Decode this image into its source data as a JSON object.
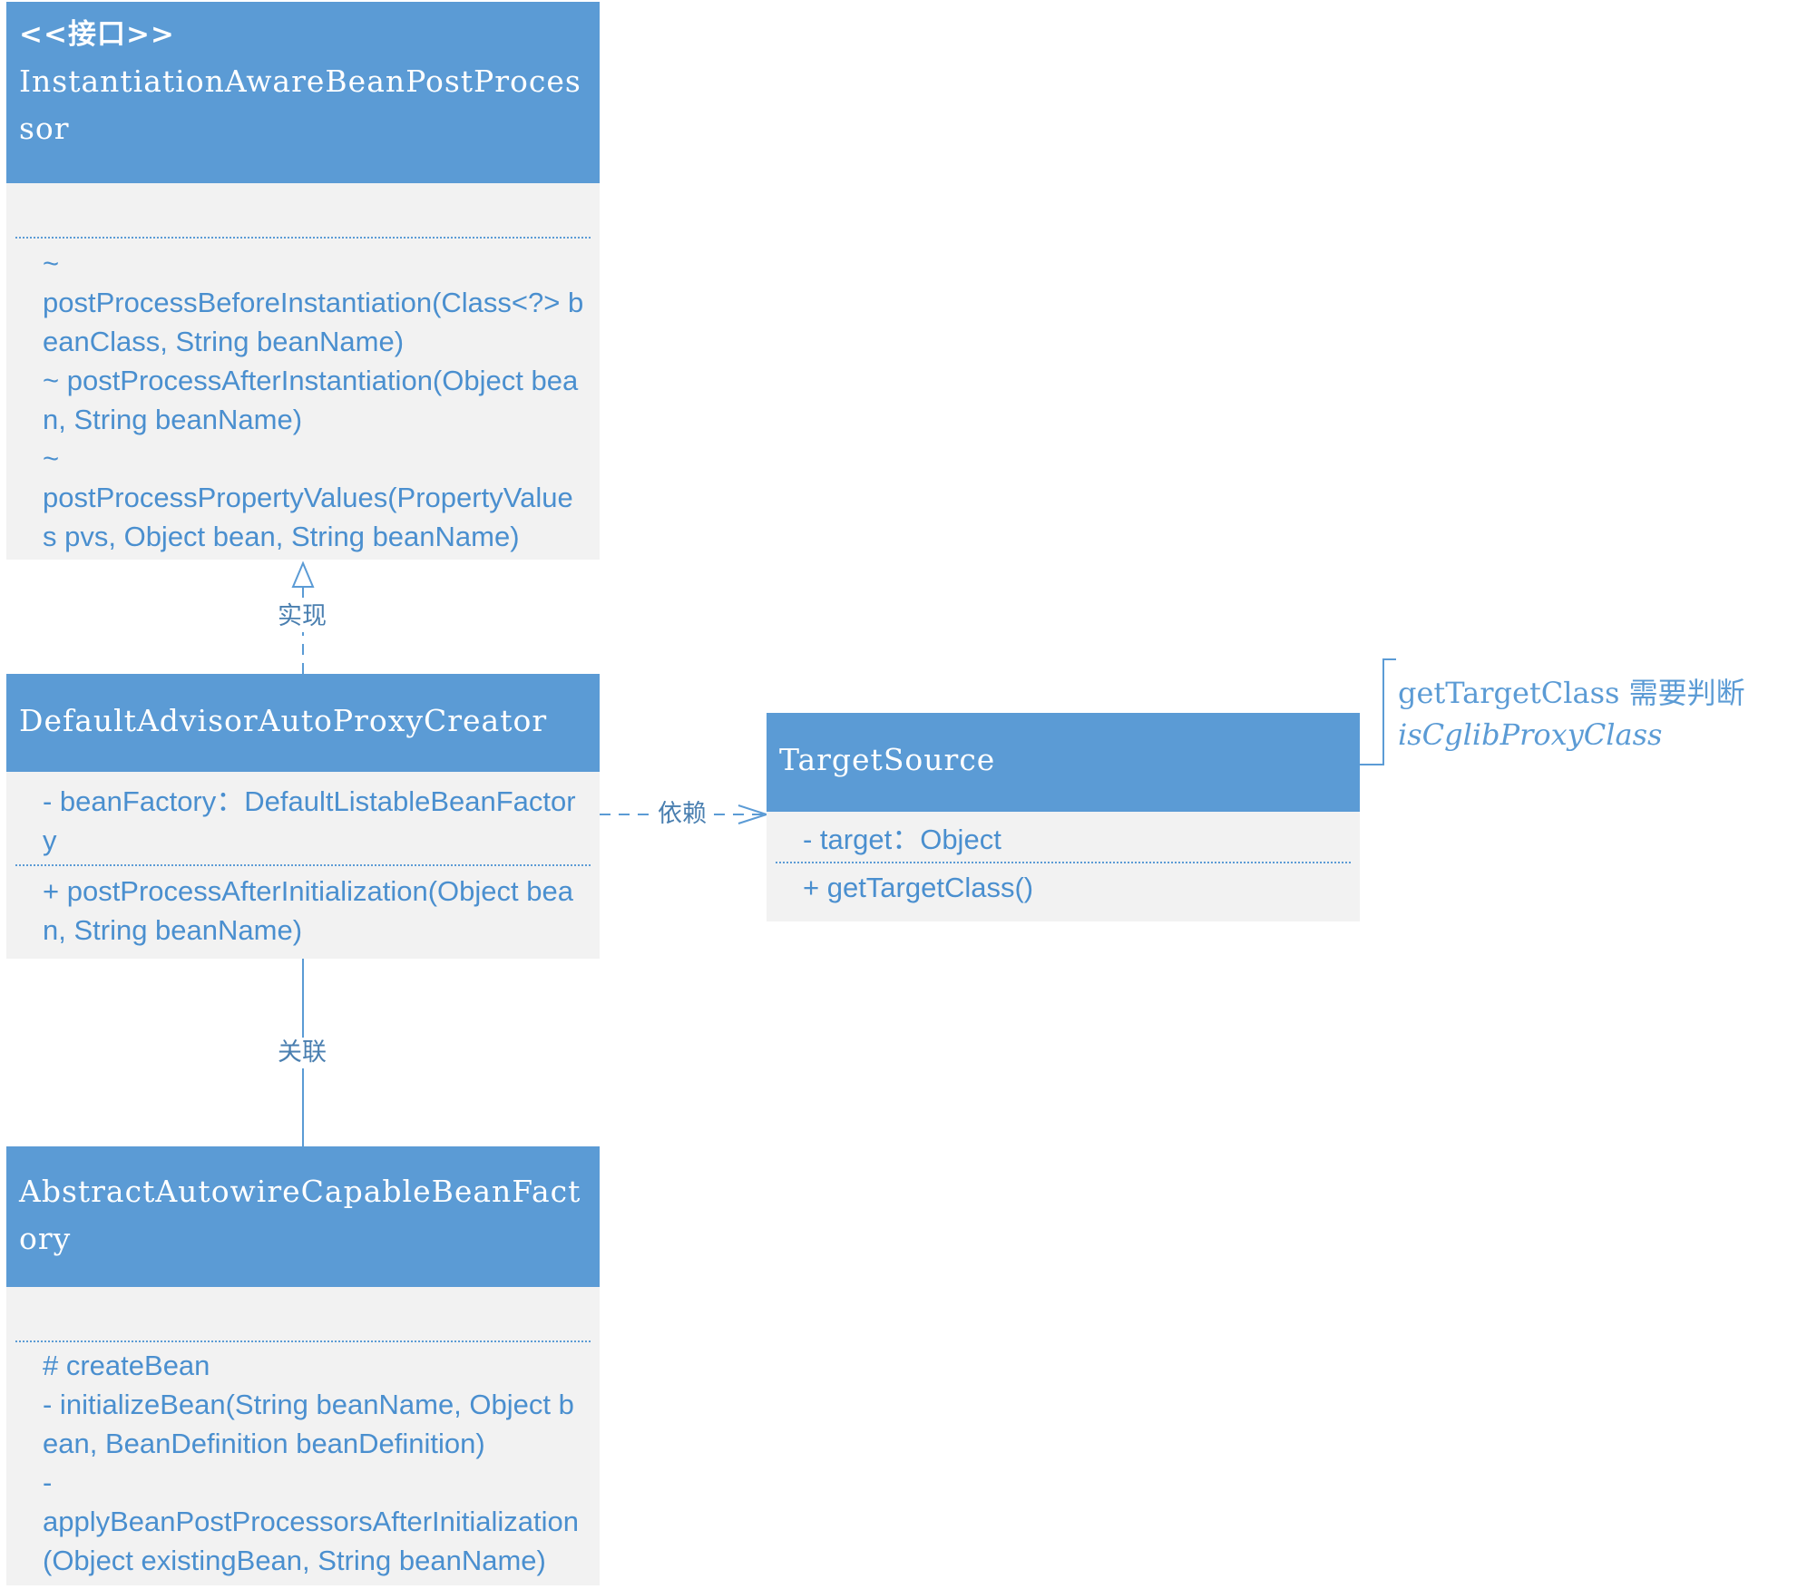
{
  "diagram": {
    "classes": {
      "interface": {
        "stereotype": "<<接口>>",
        "name": "InstantiationAwareBeanPostProcessor",
        "attributes": [],
        "methods": [
          "~",
          "postProcessBeforeInstantiation(Class<?> beanClass, String beanName)",
          "~ postProcessAfterInstantiation(Object bean, String beanName)",
          "~",
          "postProcessPropertyValues(PropertyValues pvs, Object bean, String beanName)"
        ]
      },
      "creator": {
        "name": "DefaultAdvisorAutoProxyCreator",
        "attributes": [
          "- beanFactory：DefaultListableBeanFactory"
        ],
        "methods": [
          "+ postProcessAfterInitialization(Object bean, String beanName)"
        ]
      },
      "target_source": {
        "name": "TargetSource",
        "attributes": [
          "- target：Object"
        ],
        "methods": [
          "+ getTargetClass()"
        ]
      },
      "factory": {
        "name": "AbstractAutowireCapableBeanFactory",
        "attributes": [],
        "methods": [
          "# createBean",
          "- initializeBean(String beanName, Object bean, BeanDefinition beanDefinition)",
          "-",
          "applyBeanPostProcessorsAfterInitialization(Object existingBean, String beanName)"
        ]
      }
    },
    "relations": {
      "realization_label": "实现",
      "dependency_label": "依赖",
      "association_label": "关联"
    },
    "note": {
      "line1": "getTargetClass 需要判断",
      "line2": "isCglibProxyClass"
    },
    "colors": {
      "header": "#5b9bd5",
      "body": "#f2f2f2",
      "text": "#4a8fcf",
      "line": "#5b9bd5"
    }
  }
}
